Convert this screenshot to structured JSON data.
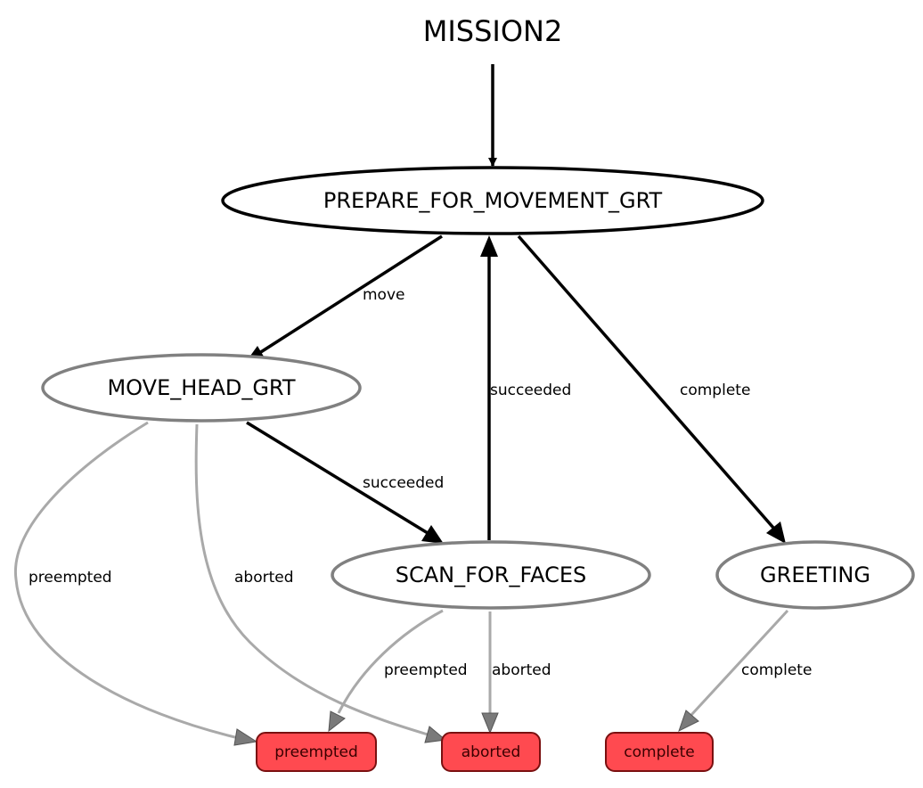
{
  "diagram": {
    "title": "MISSION2",
    "states": {
      "prepare": "PREPARE_FOR_MOVEMENT_GRT",
      "move_head": "MOVE_HEAD_GRT",
      "scan": "SCAN_FOR_FACES",
      "greeting": "GREETING"
    },
    "outcomes": {
      "preempted": "preempted",
      "aborted": "aborted",
      "complete": "complete"
    },
    "edges": {
      "prepare_to_move_head": "move",
      "scan_to_prepare": "succeeded",
      "prepare_to_greeting": "complete",
      "move_head_to_scan": "succeeded",
      "move_head_to_preempted": "preempted",
      "move_head_to_aborted": "aborted",
      "scan_to_preempted": "preempted",
      "scan_to_aborted": "aborted",
      "greeting_to_complete": "complete"
    },
    "colors": {
      "active": "#000000",
      "inactive": "#808080",
      "inactive_edge": "#a9a9a9",
      "outcome_fill": "#ff4a50",
      "outcome_border": "#7a1010"
    }
  }
}
